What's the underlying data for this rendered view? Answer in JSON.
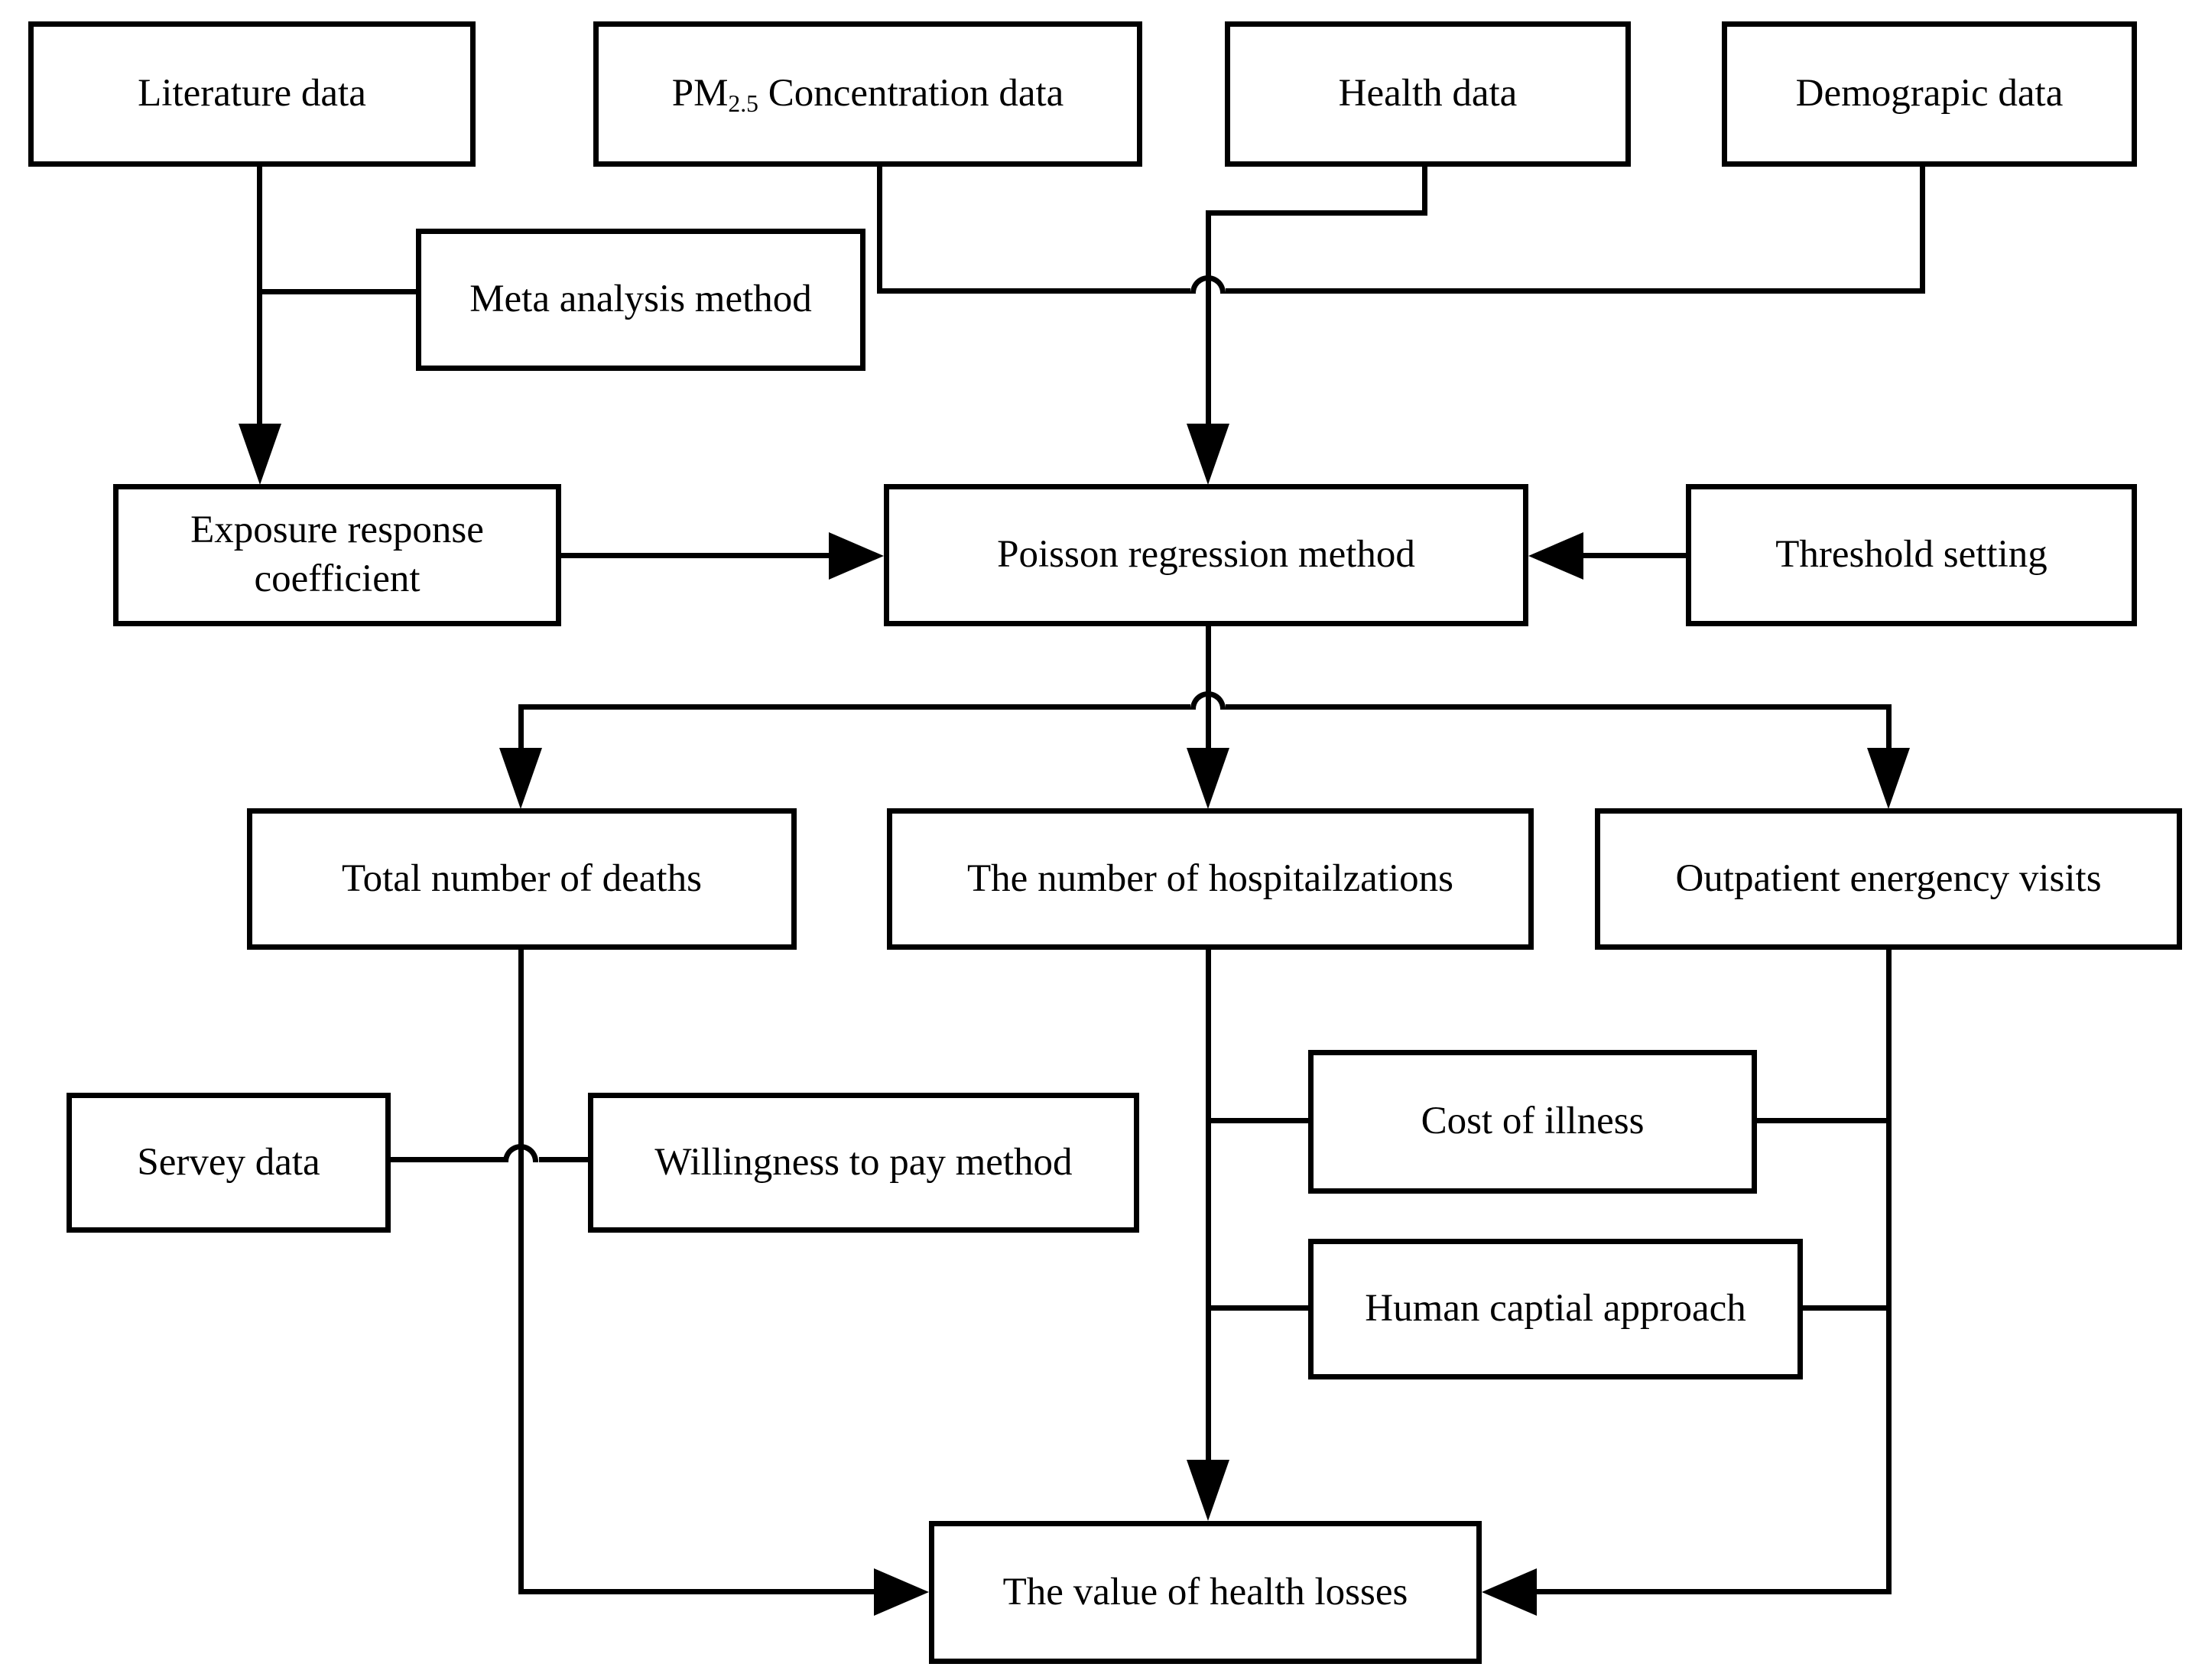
{
  "diagram_type": "flowchart",
  "colors": {
    "line": "#000000",
    "box_border": "#000000",
    "box_fill": "#ffffff",
    "background": "#ffffff",
    "text": "#000000"
  },
  "boxes": {
    "literature": {
      "label": "Literature data"
    },
    "pm25": {
      "prefix": "PM",
      "subscript": "2.5",
      "suffix": " Concentration data"
    },
    "health": {
      "label": "Health data"
    },
    "demographic": {
      "label": "Demograpic data"
    },
    "meta": {
      "label": "Meta analysis method"
    },
    "exposure": {
      "line1": "Exposure response",
      "line2": "coefficient"
    },
    "poisson": {
      "label": "Poisson regression method"
    },
    "threshold": {
      "label": "Threshold setting"
    },
    "deaths": {
      "label": "Total number of deaths"
    },
    "hospitalizations": {
      "label": "The number of hospitailzations"
    },
    "outpatient": {
      "label": "Outpatient energency visits"
    },
    "survey": {
      "label": "Servey data"
    },
    "wtp": {
      "label": "Willingness to pay method"
    },
    "coi": {
      "label": "Cost of illness"
    },
    "hca": {
      "label": "Human captial approach"
    },
    "value": {
      "label": "The value of health losses"
    }
  },
  "connections": [
    {
      "from": "literature",
      "to": "exposure",
      "arrow": true
    },
    {
      "from": "literature",
      "to": "meta",
      "arrow": false
    },
    {
      "from": "pm25",
      "to": "poisson",
      "arrow": false
    },
    {
      "from": "health",
      "to": "poisson",
      "arrow": true
    },
    {
      "from": "demographic",
      "to": "poisson",
      "arrow": false
    },
    {
      "from": "exposure",
      "to": "poisson",
      "arrow": true
    },
    {
      "from": "threshold",
      "to": "poisson",
      "arrow": true
    },
    {
      "from": "poisson",
      "to": "deaths",
      "arrow": true
    },
    {
      "from": "poisson",
      "to": "hospitalizations",
      "arrow": true
    },
    {
      "from": "poisson",
      "to": "outpatient",
      "arrow": true
    },
    {
      "from": "survey",
      "to": "wtp",
      "arrow": false
    },
    {
      "from": "hospitalizations",
      "to": "coi",
      "arrow": false
    },
    {
      "from": "hospitalizations",
      "to": "hca",
      "arrow": false
    },
    {
      "from": "outpatient",
      "to": "coi",
      "arrow": false
    },
    {
      "from": "outpatient",
      "to": "hca",
      "arrow": false
    },
    {
      "from": "deaths",
      "to": "value",
      "arrow": true
    },
    {
      "from": "hospitalizations",
      "to": "value",
      "arrow": true
    },
    {
      "from": "outpatient",
      "to": "value",
      "arrow": true
    }
  ],
  "line_jumps": 3
}
